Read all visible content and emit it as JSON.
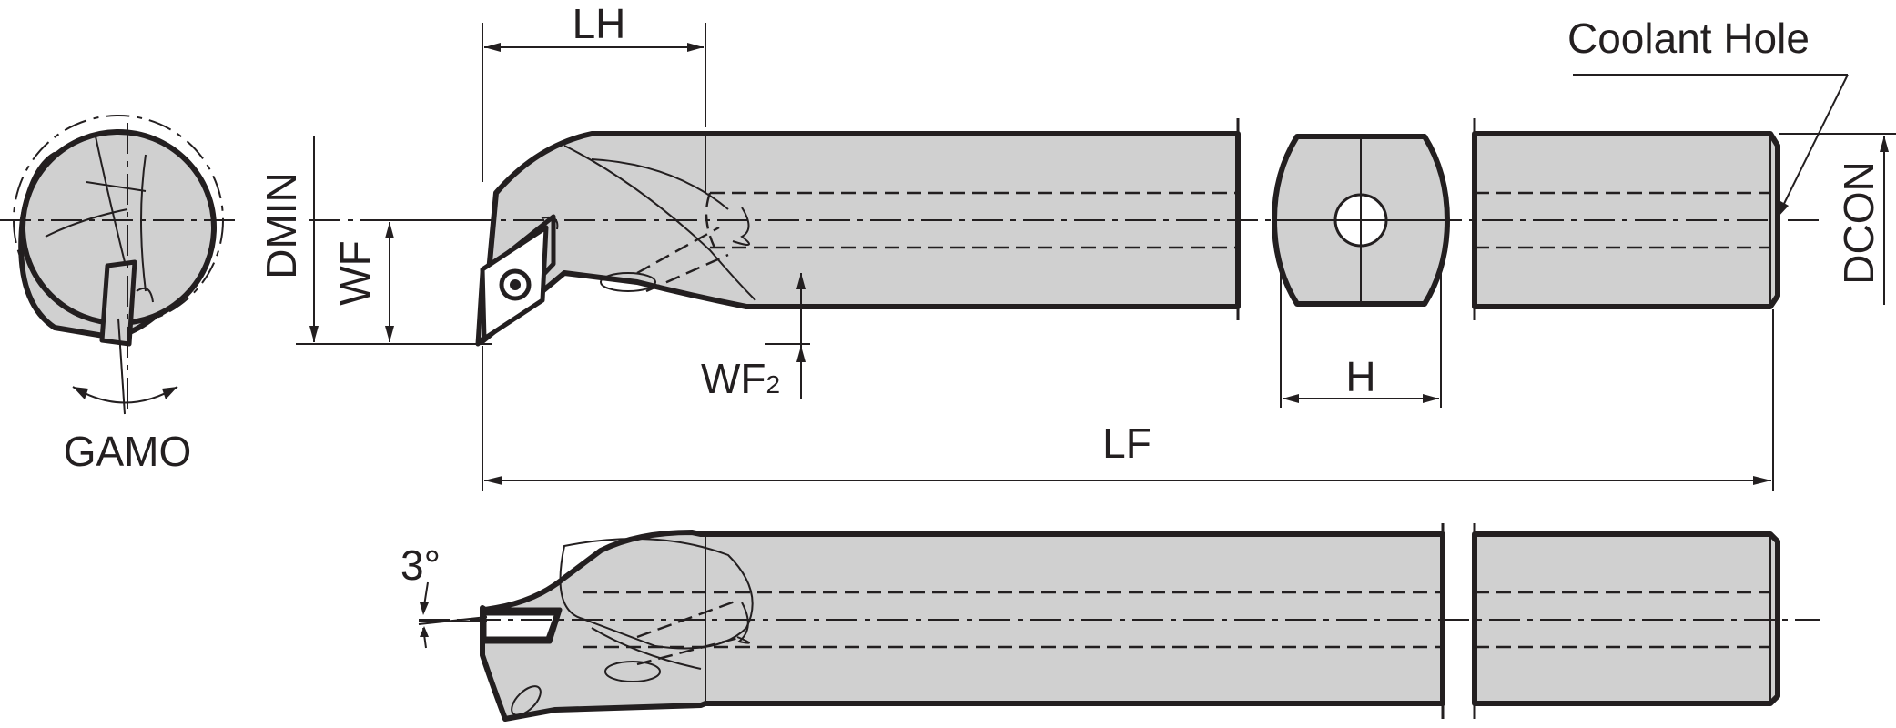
{
  "labels": {
    "lh": "LH",
    "coolant_hole": "Coolant Hole",
    "dmin": "DMIN",
    "wf": "WF",
    "wf2_main": "WF",
    "wf2_sub": "2",
    "gamo": "GAMO",
    "h": "H",
    "lf": "LF",
    "dcon": "DCON",
    "angle": "3°"
  }
}
